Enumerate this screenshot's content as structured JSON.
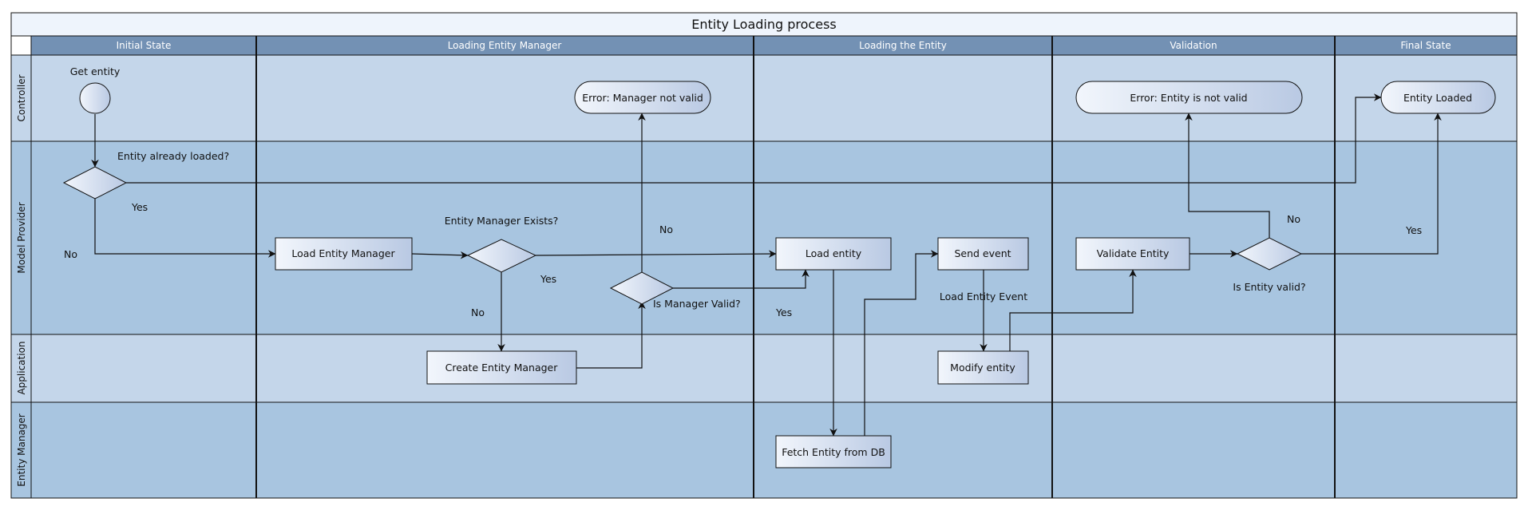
{
  "title": "Entity Loading process",
  "columns": [
    {
      "id": "initial",
      "label": "Initial State"
    },
    {
      "id": "loading-manager",
      "label": "Loading Entity Manager"
    },
    {
      "id": "loading-entity",
      "label": "Loading the Entity"
    },
    {
      "id": "validation",
      "label": "Validation"
    },
    {
      "id": "final",
      "label": "Final State"
    }
  ],
  "rows": [
    {
      "id": "controller",
      "label": "Controller"
    },
    {
      "id": "model-provider",
      "label": "Model Provider"
    },
    {
      "id": "application",
      "label": "Application"
    },
    {
      "id": "entity-manager",
      "label": "Entity Manager"
    }
  ],
  "nodes": {
    "start": {
      "type": "start",
      "label": "Get entity"
    },
    "entity_loaded_decision": {
      "type": "decision",
      "label": "Entity already loaded?"
    },
    "load_entity_manager": {
      "type": "process",
      "label": "Load Entity Manager"
    },
    "manager_exists_decision": {
      "type": "decision",
      "label": "Entity Manager Exists?"
    },
    "create_entity_manager": {
      "type": "process",
      "label": "Create Entity Manager"
    },
    "manager_valid_decision": {
      "type": "decision",
      "label": "Is Manager Valid?"
    },
    "error_manager": {
      "type": "terminal",
      "label": "Error: Manager not valid"
    },
    "load_entity": {
      "type": "process",
      "label": "Load entity"
    },
    "fetch_entity": {
      "type": "process",
      "label": "Fetch Entity from DB"
    },
    "send_event": {
      "type": "process",
      "label": "Send event"
    },
    "modify_entity": {
      "type": "process",
      "label": "Modify entity"
    },
    "validate_entity": {
      "type": "process",
      "label": "Validate Entity"
    },
    "entity_valid_decision": {
      "type": "decision",
      "label": "Is Entity valid?"
    },
    "error_entity": {
      "type": "terminal",
      "label": "Error: Entity is not valid"
    },
    "entity_loaded": {
      "type": "terminal",
      "label": "Entity Loaded"
    }
  },
  "edges": [
    {
      "id": "e1",
      "from": "start",
      "to": "entity_loaded_decision",
      "label": ""
    },
    {
      "id": "e2",
      "from": "entity_loaded_decision",
      "to": "entity_loaded",
      "label": "Yes"
    },
    {
      "id": "e3",
      "from": "entity_loaded_decision",
      "to": "load_entity_manager",
      "label": "No"
    },
    {
      "id": "e4",
      "from": "load_entity_manager",
      "to": "manager_exists_decision",
      "label": ""
    },
    {
      "id": "e5",
      "from": "manager_exists_decision",
      "to": "load_entity",
      "label": "Yes"
    },
    {
      "id": "e6",
      "from": "manager_exists_decision",
      "to": "create_entity_manager",
      "label": "No"
    },
    {
      "id": "e7",
      "from": "create_entity_manager",
      "to": "manager_valid_decision",
      "label": ""
    },
    {
      "id": "e8",
      "from": "manager_valid_decision",
      "to": "error_manager",
      "label": "No"
    },
    {
      "id": "e9",
      "from": "manager_valid_decision",
      "to": "load_entity",
      "label": "Yes"
    },
    {
      "id": "e10",
      "from": "load_entity",
      "to": "fetch_entity",
      "label": ""
    },
    {
      "id": "e11",
      "from": "fetch_entity",
      "to": "send_event",
      "label": ""
    },
    {
      "id": "e12",
      "from": "send_event",
      "to": "modify_entity",
      "label": "Load Entity Event"
    },
    {
      "id": "e13",
      "from": "modify_entity",
      "to": "validate_entity",
      "label": ""
    },
    {
      "id": "e14",
      "from": "validate_entity",
      "to": "entity_valid_decision",
      "label": ""
    },
    {
      "id": "e15",
      "from": "entity_valid_decision",
      "to": "error_entity",
      "label": "No"
    },
    {
      "id": "e16",
      "from": "entity_valid_decision",
      "to": "entity_loaded",
      "label": "Yes"
    }
  ],
  "colors": {
    "title_bg": "#eef4fc",
    "column_header": "#7391b4",
    "lane_light": "#c4d6ea",
    "lane_dark": "#a8c5e0",
    "border": "#111111",
    "node_fill_light": "#f2f6fc",
    "node_fill_dark": "#b9c9e3"
  }
}
